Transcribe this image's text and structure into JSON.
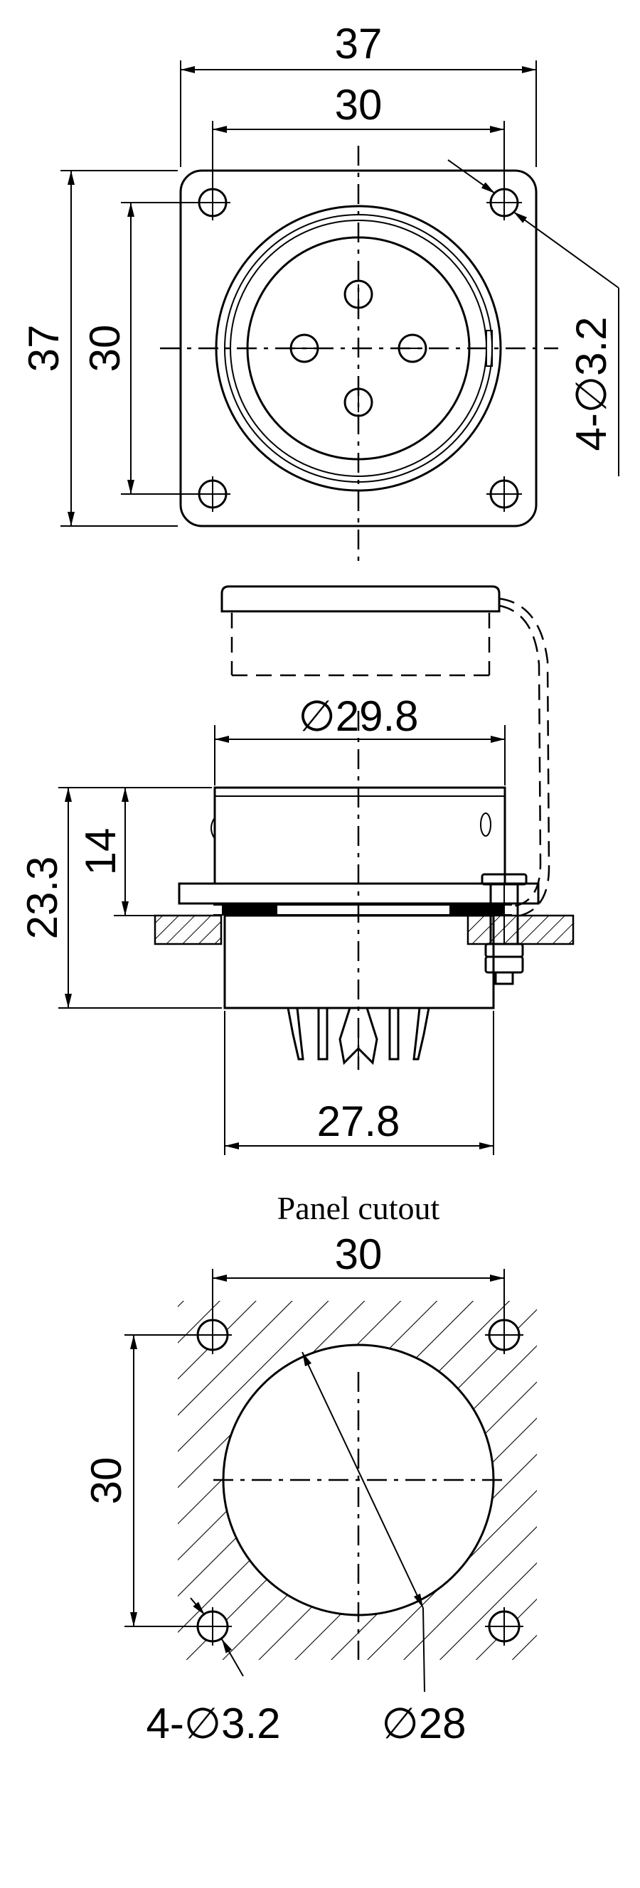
{
  "front_view": {
    "width_outer": "37",
    "width_inner": "30",
    "height_outer": "37",
    "height_inner": "30",
    "mount_holes": "4-∅3.2"
  },
  "side_view": {
    "body_diameter": "∅29.8",
    "total_height": "23.3",
    "upper_height": "14",
    "lower_diameter": "27.8"
  },
  "panel_cutout": {
    "title": "Panel cutout",
    "spacing": "30",
    "spacing_vertical": "30",
    "mount_holes": "4-∅3.2",
    "cutout_diameter": "∅28"
  }
}
